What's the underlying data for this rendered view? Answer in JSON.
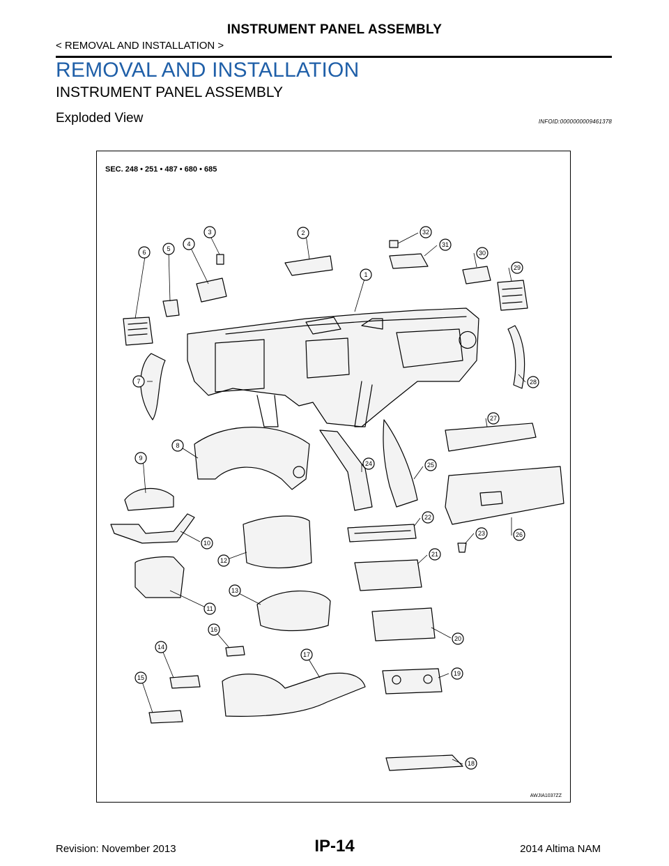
{
  "header": {
    "title": "INSTRUMENT PANEL ASSEMBLY",
    "breadcrumb": "< REMOVAL AND INSTALLATION >"
  },
  "section": {
    "title": "REMOVAL AND INSTALLATION",
    "subtitle": "INSTRUMENT PANEL ASSEMBLY",
    "heading": "Exploded View",
    "info_id": "INFOID:0000000009461378"
  },
  "figure": {
    "sec_label": "SEC. 248 • 251 • 487 • 680 • 685",
    "code": "AWJIA1037ZZ",
    "callouts": [
      "1",
      "2",
      "3",
      "4",
      "5",
      "6",
      "7",
      "8",
      "9",
      "10",
      "11",
      "12",
      "13",
      "14",
      "15",
      "16",
      "17",
      "18",
      "19",
      "20",
      "21",
      "22",
      "23",
      "24",
      "25",
      "26",
      "27",
      "28",
      "29",
      "30",
      "31",
      "32"
    ]
  },
  "footer": {
    "revision": "Revision: November 2013",
    "page": "IP-14",
    "model": "2014 Altima NAM"
  }
}
